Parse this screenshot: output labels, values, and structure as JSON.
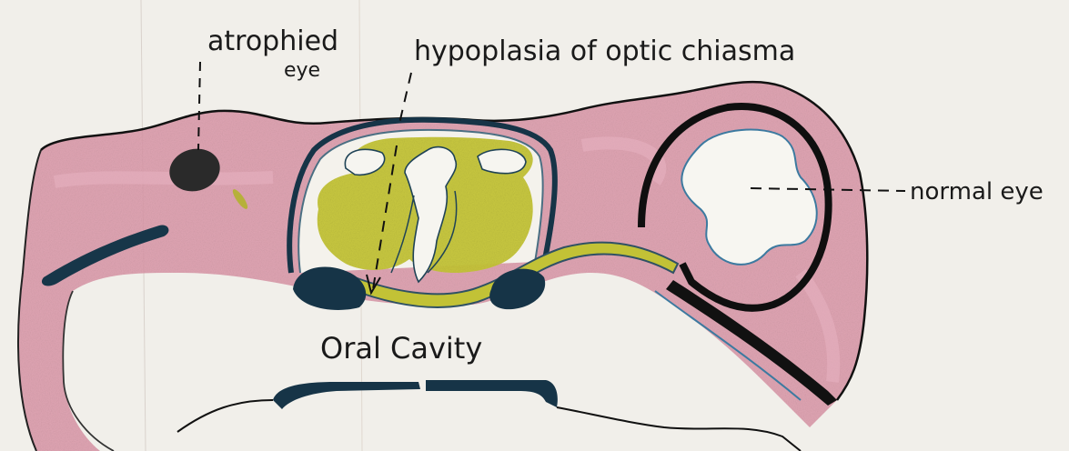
{
  "labels": {
    "atrophied_line1": "atrophied",
    "atrophied_line2": "eye",
    "hypoplasia": "hypoplasia of optic chiasma",
    "normal_eye": "normal eye",
    "oral_cavity": "Oral Cavity"
  },
  "colors": {
    "paper": "#f1efea",
    "tissue_pink": "#d98fa3",
    "neural_yellow_green": "#c9c93a",
    "dark_blue_outline": "#163447",
    "pencil_black": "#111111"
  }
}
